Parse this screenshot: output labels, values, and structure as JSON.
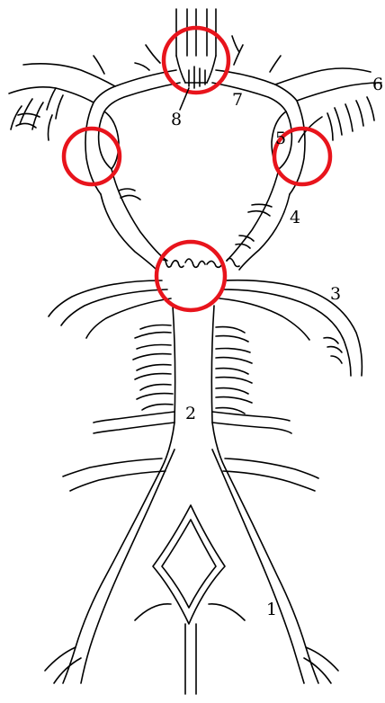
{
  "diagram": {
    "labels": {
      "l1": "1",
      "l2": "2",
      "l3": "3",
      "l4": "4",
      "l5": "5",
      "l6": "6",
      "l7": "7",
      "l8": "8"
    },
    "marker_color": "#e8141c",
    "line_color": "#000000",
    "background": "#ffffff"
  }
}
